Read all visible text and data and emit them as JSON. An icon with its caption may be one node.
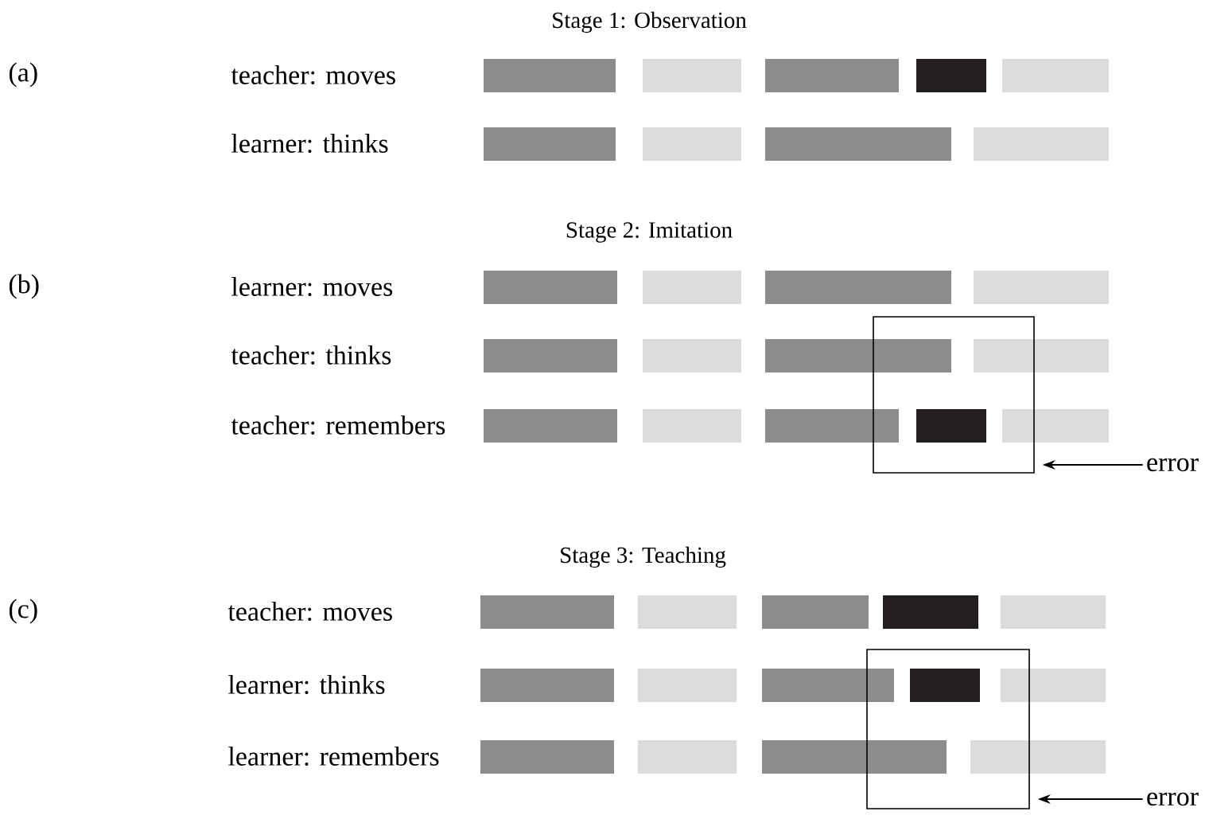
{
  "diagram": {
    "nodes": [
      {
        "text": [],
        "shape": "box"
      },
      {
        "text": [
          "error"
        ]
      },
      {
        "text": [],
        "shape": "box"
      },
      {
        "text": [
          "error"
        ]
      }
    ],
    "edges": [
      {
        "from": 1,
        "to": 0,
        "arrow": "to"
      },
      {
        "from": 3,
        "to": 2,
        "arrow": "to"
      }
    ],
    "labels": [
      "Stage 1: Observation",
      "(a)",
      "teacher: moves",
      "learner: thinks",
      "Stage 2: Imitation",
      "(b)",
      "learner: moves",
      "teacher: thinks",
      "teacher: remembers",
      "Stage 3: Teaching",
      "(c)",
      "teacher: moves",
      "learner: thinks",
      "learner: remembers"
    ]
  }
}
